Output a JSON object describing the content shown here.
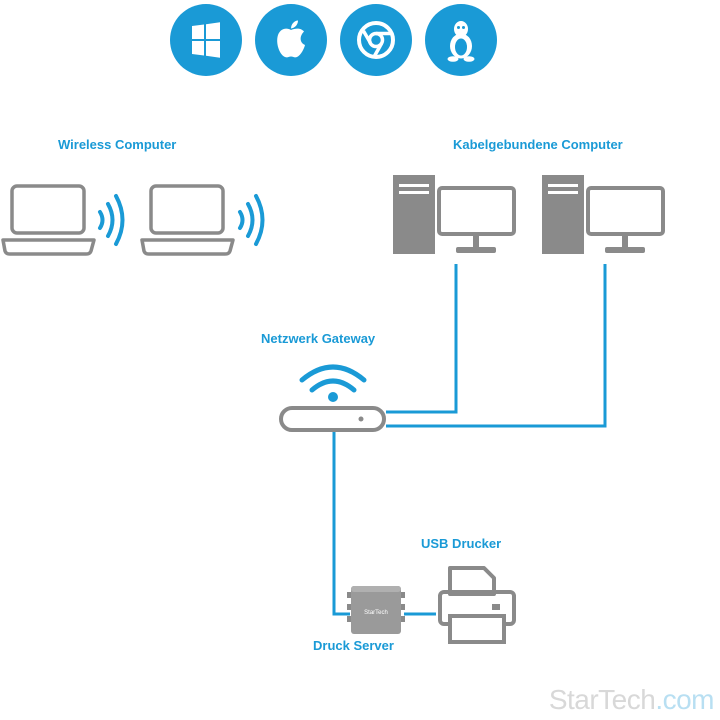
{
  "os_icons": [
    {
      "name": "windows-icon"
    },
    {
      "name": "apple-icon"
    },
    {
      "name": "chrome-icon"
    },
    {
      "name": "linux-icon"
    }
  ],
  "labels": {
    "wireless": "Wireless Computer",
    "wired": "Kabelgebundene Computer",
    "gateway": "Netzwerk Gateway",
    "usb_printer": "USB Drucker",
    "print_server": "Druck Server"
  },
  "device_text": {
    "print_server_brand": "StarTech"
  },
  "watermark": {
    "brand": "StarTech",
    "suffix": ".com"
  },
  "colors": {
    "accent": "#1a9ad6",
    "device_gray": "#8a8a8a",
    "watermark": "#d8d8d8"
  }
}
